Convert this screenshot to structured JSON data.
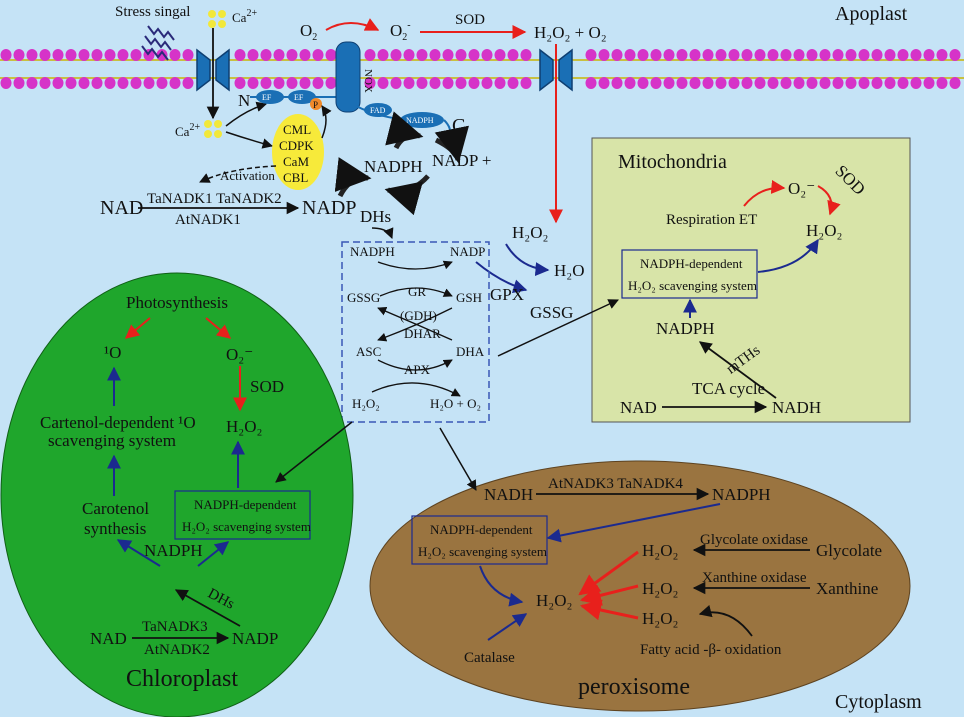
{
  "regions": {
    "apoplast": "Apoplast",
    "cytoplasm": "Cytoplasm",
    "mitochondria": "Mitochondria",
    "chloroplast": "Chloroplast",
    "peroxisome": "peroxisome"
  },
  "membrane": {
    "stress_signal": "Stress singal",
    "ca_top": "Ca",
    "ca_inner": "Ca",
    "ca_charge": "2+",
    "n_terminal": "N",
    "c_terminal": "C",
    "ef1": "EF",
    "ef2": "EF",
    "p": "P",
    "nox": "NOX",
    "fad": "FAD",
    "nadph_domain": "NADPH",
    "sensors": [
      "CML",
      "CDPK",
      "CaM",
      "CBL"
    ],
    "activation": "Activation"
  },
  "apoplast_reactions": {
    "o2": "O",
    "o2_sub": "2",
    "o2_radical": "O",
    "radical_sup": "-",
    "sod": "SOD",
    "h2o2_o2": "H₂O₂ + O₂"
  },
  "cytosol": {
    "nad": "NAD",
    "enzymes_top": "TaNADK1 TaNADK2",
    "enzymes_bottom": "AtNADK1",
    "nadp": "NADP",
    "dhs": "DHs",
    "nadph": "NADPH",
    "nadp_plus": "NADP +",
    "h2o2": "H₂O₂",
    "h2o": "H₂O",
    "gpx": "GPX",
    "gssg": "GSSG"
  },
  "cycle": {
    "nadph": "NADPH",
    "nadp": "NADP",
    "gr": "GR",
    "gssg": "GSSG",
    "gsh": "GSH",
    "gdh": "(GDH)",
    "dhar": "DHAR",
    "asc": "ASC",
    "dha": "DHA",
    "apx": "APX",
    "h2o2": "H₂O₂",
    "h2o_o2": "H₂O + O₂"
  },
  "mito": {
    "o2_radical": "O₂⁻",
    "sod": "SOD",
    "respiration": "Respiration ET",
    "h2o2": "H₂O₂",
    "box_line1": "NADPH-dependent",
    "box_line2": "H₂O₂ scavenging system",
    "nadph": "NADPH",
    "mths": "mTHs",
    "tca": "TCA cycle",
    "nad": "NAD",
    "nadh": "NADH"
  },
  "chloro": {
    "photosynthesis": "Photosynthesis",
    "singlet_o": "¹O",
    "o2_radical": "O₂⁻",
    "sod": "SOD",
    "h2o2": "H₂O₂",
    "scav_line1": "Cartenol-dependent ¹O",
    "scav_line2": "scavenging system",
    "caro_line1": "Carotenol",
    "caro_line2": "synthesis",
    "box_line1": "NADPH-dependent",
    "box_line2": "H₂O₂ scavenging system",
    "nadph": "NADPH",
    "dhs": "DHs",
    "nad": "NAD",
    "enzymes_top": "TaNADK3",
    "enzymes_bottom": "AtNADK2",
    "nadp": "NADP"
  },
  "perox": {
    "nadh": "NADH",
    "enzymes": "AtNADK3 TaNADK4",
    "nadph": "NADPH",
    "box_line1": "NADPH-dependent",
    "box_line2": "H₂O₂ scavenging system",
    "h2o2": "H₂O₂",
    "glycolate_oxidase": "Glycolate oxidase",
    "glycolate": "Glycolate",
    "xanthine_oxidase": "Xanthine oxidase",
    "xanthine": "Xanthine",
    "fatty_acid": "Fatty acid -β- oxidation",
    "catalase": "Catalase"
  },
  "colors": {
    "background": "#c5e3f6",
    "mitochondria": "#d8e4a8",
    "chloroplast": "#1fa62c",
    "peroxisome": "#9a7440",
    "lipid_head": "#d633c8",
    "channel": "#1a6fb5",
    "sensor": "#f7ea3a",
    "red_arrow": "#e8201c",
    "blue_arrow": "#1b2a8f",
    "black_arrow": "#111111"
  }
}
